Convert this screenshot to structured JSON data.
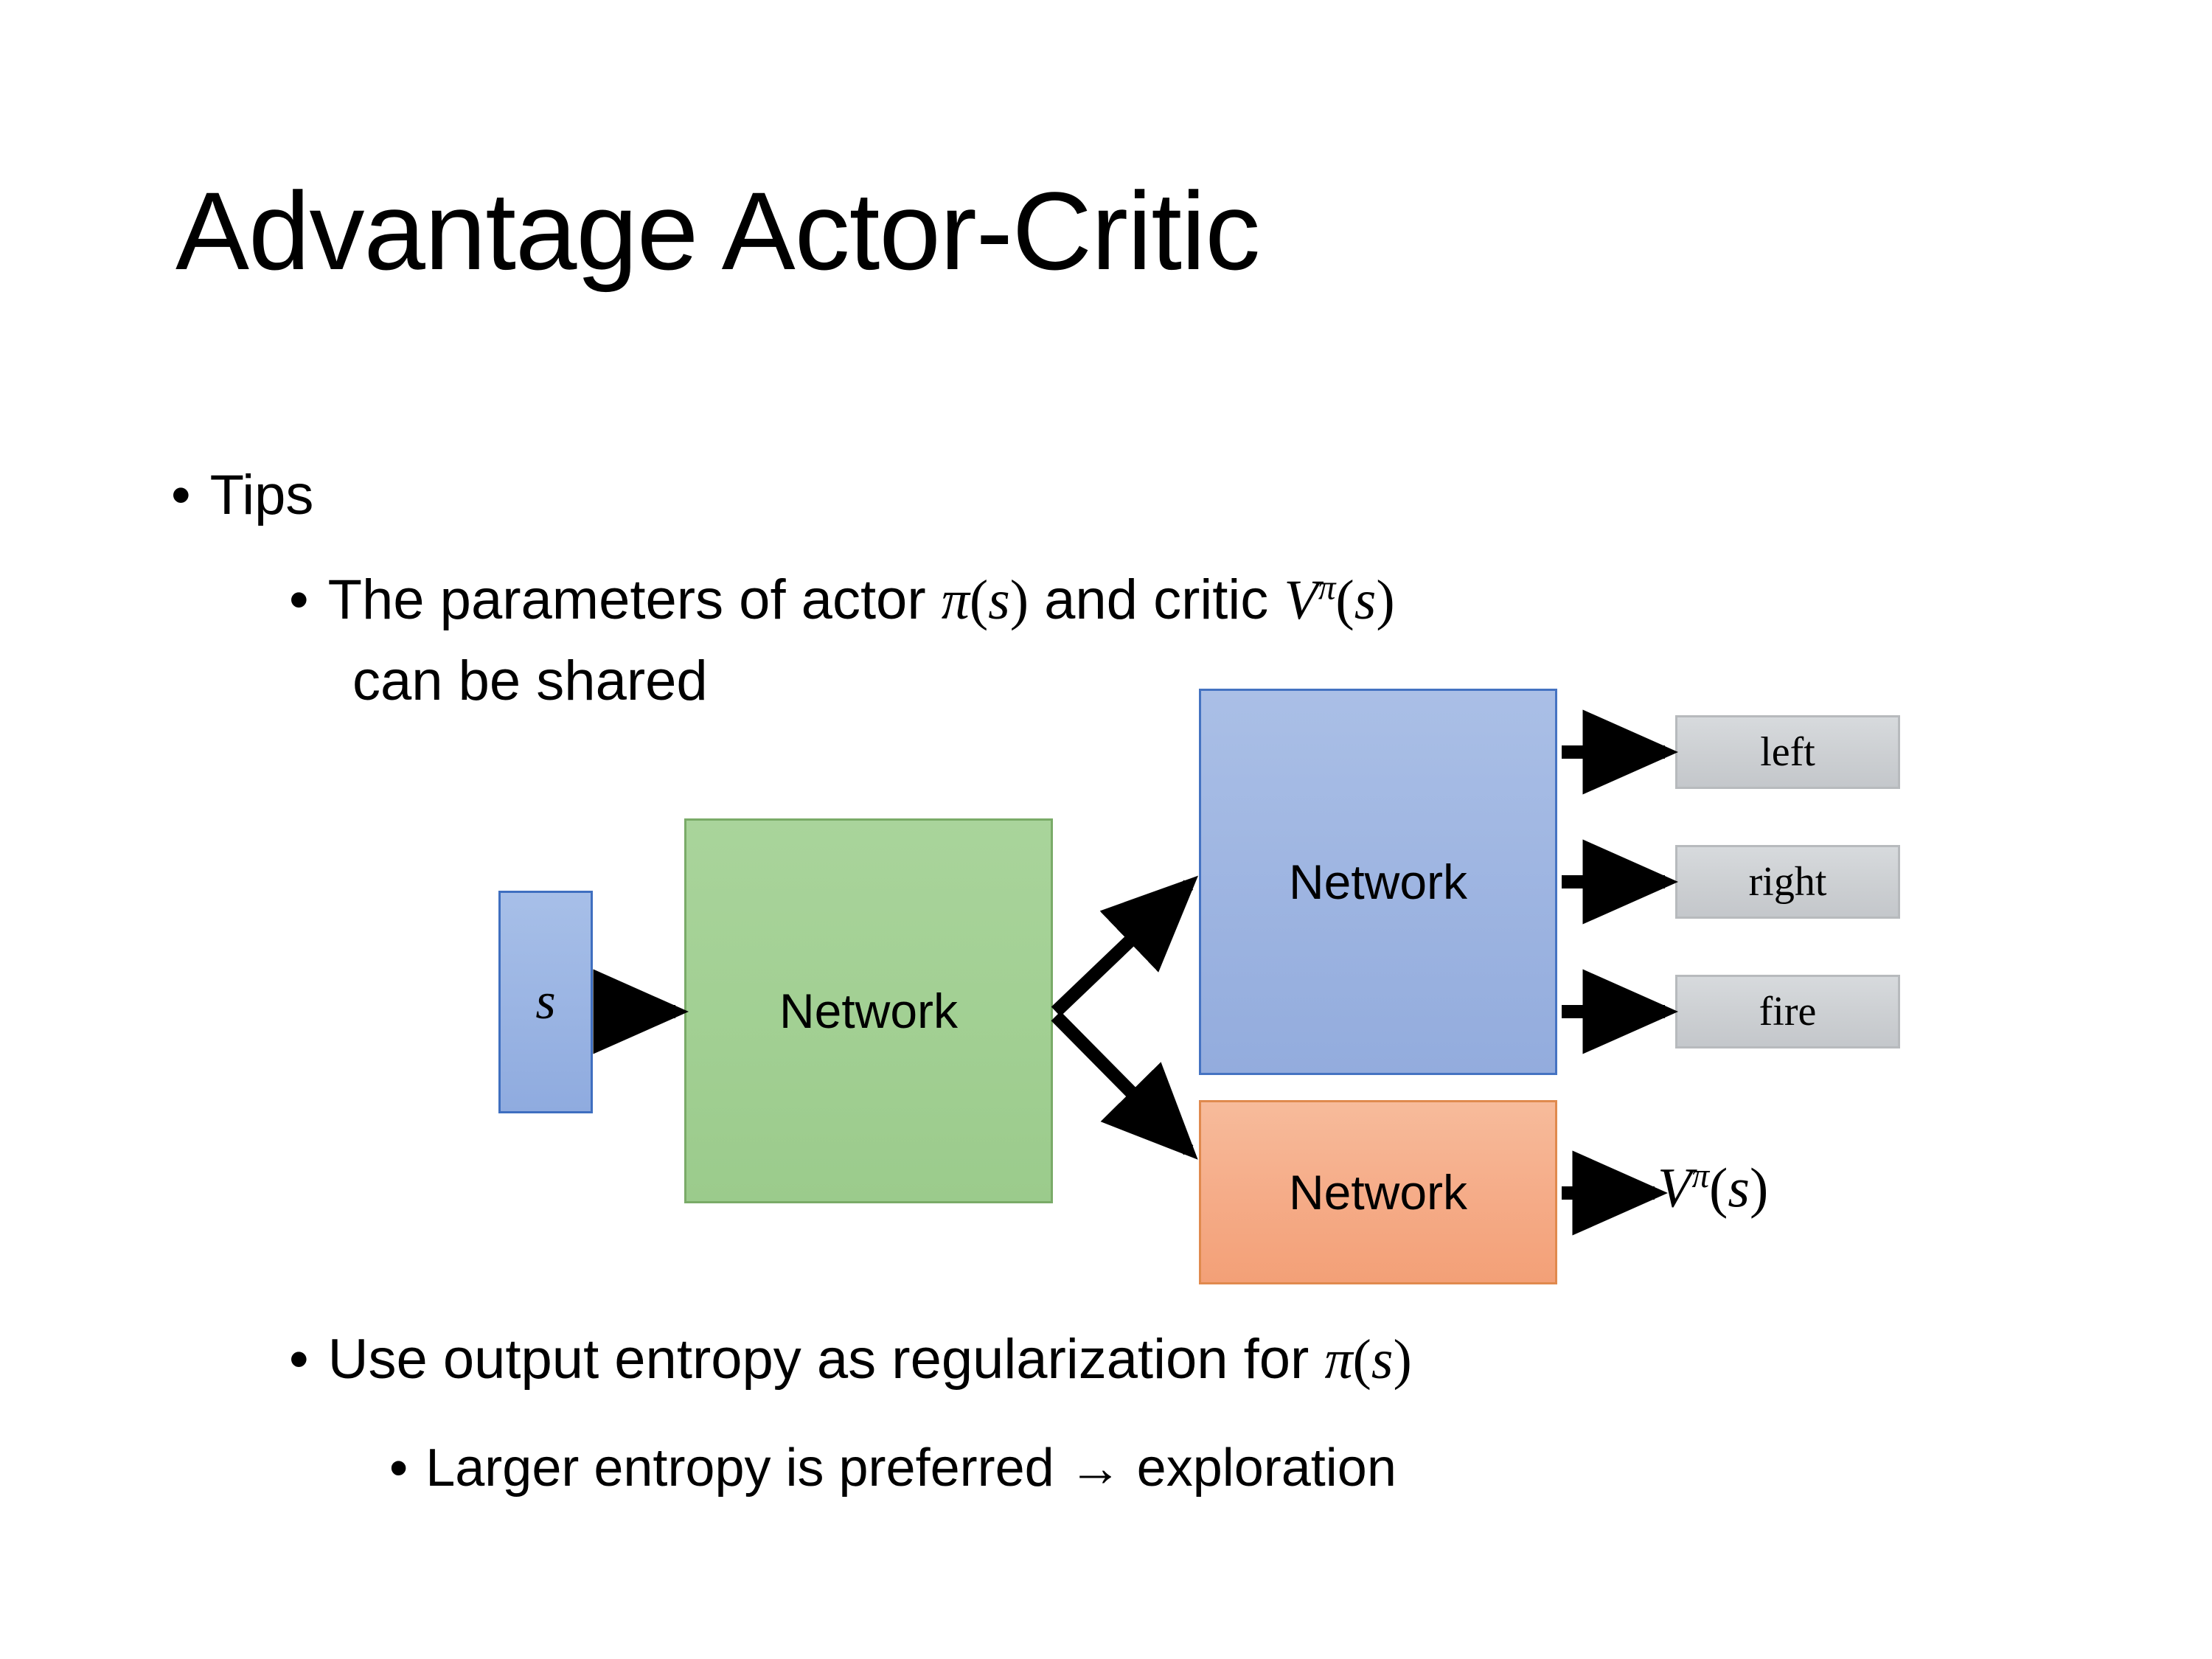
{
  "slide": {
    "title": "Advantage Actor-Critic",
    "background_color": "#ffffff",
    "bullets": {
      "level1_tips": "Tips",
      "level2_params_a": "The parameters of actor ",
      "level2_params_b": "  and critic ",
      "level2_params_cont": "can be shared",
      "level2_entropy_a": "Use output entropy as regularization for ",
      "level3_larger": "Larger entropy is preferred → exploration"
    },
    "math": {
      "pi_fn": "π(s)",
      "pi_symbol": "π",
      "v_symbol": "V",
      "s_symbol": "s",
      "open_paren": "(",
      "close_paren": ")",
      "v_pi_s": "Vπ(s)"
    },
    "bullet_glyphs": {
      "level1": "•",
      "level2": "•",
      "level3": "•"
    }
  },
  "diagram": {
    "input_box": {
      "label": "s",
      "fill": "#9ab4e3",
      "border": "#3f6fc0"
    },
    "shared_network": {
      "label": "Network",
      "fill": "#a1cf92",
      "border": "#7aab68"
    },
    "actor_network": {
      "label": "Network",
      "fill": "#9db4e1",
      "border": "#4573c2"
    },
    "critic_network": {
      "label": "Network",
      "fill": "#f5ab87",
      "border": "#e08a4e"
    },
    "action_outputs": [
      {
        "label": "left",
        "fill": "#cdd0d3",
        "border": "#b7babd"
      },
      {
        "label": "right",
        "fill": "#cdd0d3",
        "border": "#b7babd"
      },
      {
        "label": "fire",
        "fill": "#cdd0d3",
        "border": "#b7babd"
      }
    ],
    "critic_output": {
      "label": "Vπ(s)"
    },
    "arrow_color": "#000000"
  }
}
